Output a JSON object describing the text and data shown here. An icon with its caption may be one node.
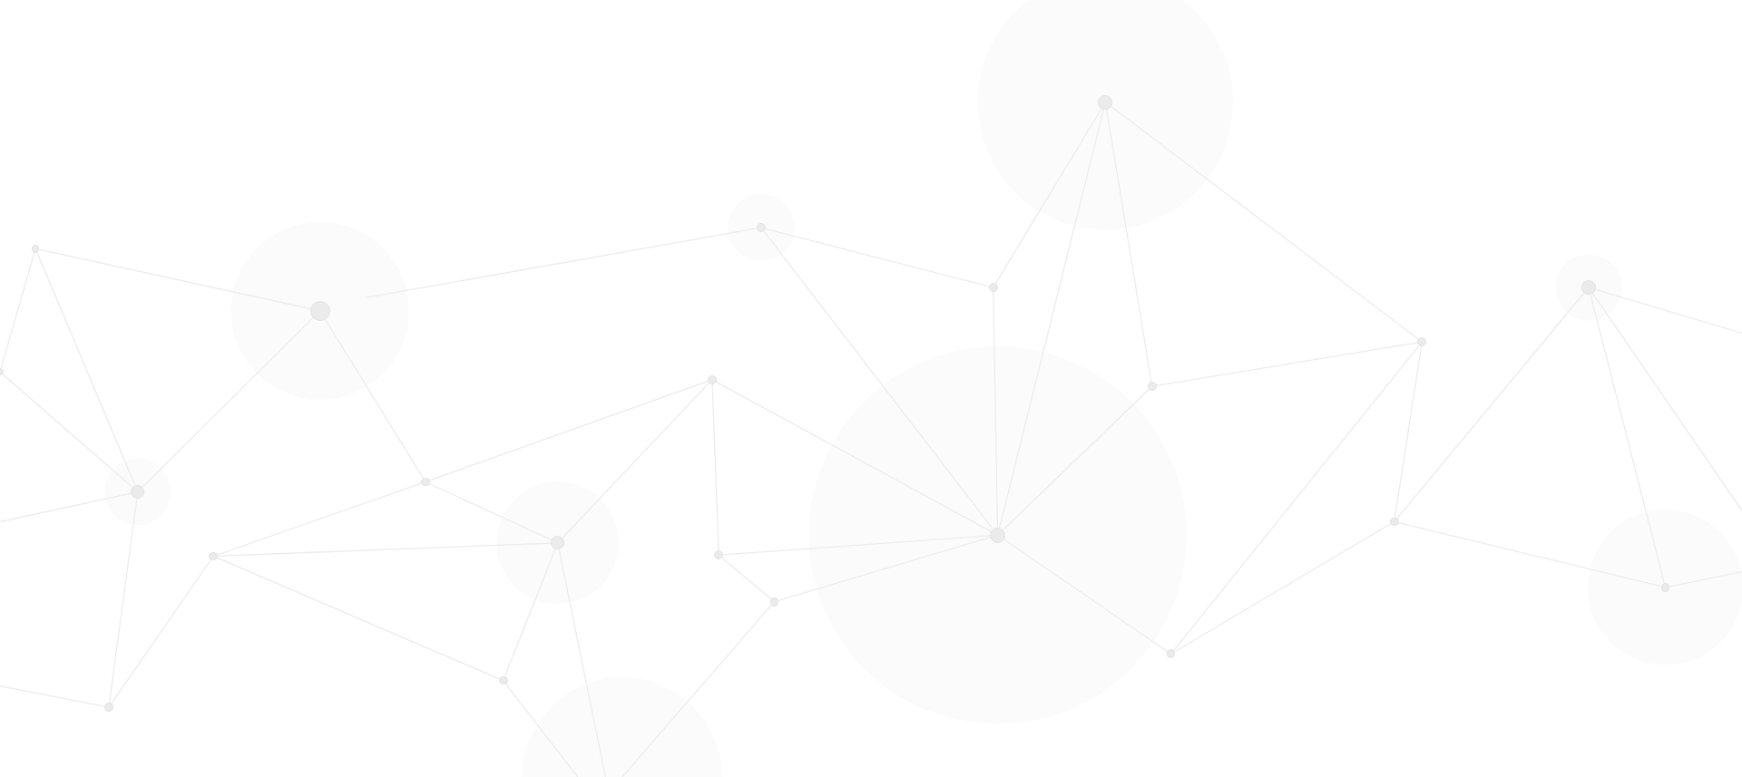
{
  "diagram": {
    "nodes": [
      {
        "text": [],
        "shape": "circle"
      },
      {
        "text": [],
        "shape": "circle"
      },
      {
        "text": [],
        "shape": "circle"
      },
      {
        "text": [],
        "shape": "circle"
      },
      {
        "text": [],
        "shape": "circle"
      },
      {
        "text": [],
        "shape": "circle"
      },
      {
        "text": [],
        "shape": "circle"
      },
      {
        "text": [],
        "shape": "circle"
      },
      {
        "text": [],
        "shape": "circle"
      },
      {
        "text": [],
        "shape": "circle"
      },
      {
        "text": [],
        "shape": "circle"
      },
      {
        "text": [],
        "shape": "circle"
      },
      {
        "text": [],
        "shape": "circle"
      },
      {
        "text": [],
        "shape": "circle"
      },
      {
        "text": [],
        "shape": "circle"
      },
      {
        "text": [],
        "shape": "circle"
      },
      {
        "text": [],
        "shape": "circle"
      },
      {
        "text": [],
        "shape": "circle"
      },
      {
        "text": [],
        "shape": "circle"
      },
      {
        "text": [],
        "shape": "circle"
      },
      {
        "text": [],
        "shape": "circle"
      },
      {
        "text": [],
        "shape": "circle"
      }
    ],
    "edges": [
      {
        "from": 0,
        "to": 1,
        "arrow": "none"
      },
      {
        "from": 0,
        "to": 2,
        "arrow": "none"
      },
      {
        "from": 0,
        "to": 3,
        "arrow": "none"
      },
      {
        "from": 3,
        "to": 2,
        "arrow": "none"
      },
      {
        "from": 1,
        "to": 2,
        "arrow": "none"
      },
      {
        "from": 1,
        "to": 4,
        "arrow": "none"
      },
      {
        "from": 2,
        "to": 21,
        "arrow": "none"
      },
      {
        "from": 5,
        "to": 21,
        "arrow": "none"
      },
      {
        "from": 4,
        "to": 5,
        "arrow": "none"
      },
      {
        "from": 4,
        "to": 6,
        "arrow": "none"
      },
      {
        "from": 5,
        "to": 6,
        "arrow": "none"
      },
      {
        "from": 6,
        "to": 7,
        "arrow": "none"
      },
      {
        "from": 4,
        "to": 7,
        "arrow": "none"
      },
      {
        "from": 7,
        "to": 8,
        "arrow": "none"
      },
      {
        "from": 7,
        "to": 11,
        "arrow": "none"
      },
      {
        "from": 8,
        "to": 9,
        "arrow": "none"
      },
      {
        "from": 8,
        "to": 11,
        "arrow": "none"
      },
      {
        "from": 9,
        "to": 11,
        "arrow": "none"
      },
      {
        "from": 6,
        "to": 20,
        "arrow": "none"
      },
      {
        "from": 5,
        "to": 20,
        "arrow": "none"
      },
      {
        "from": 10,
        "to": 12,
        "arrow": "none"
      },
      {
        "from": 10,
        "to": 11,
        "arrow": "none"
      },
      {
        "from": 12,
        "to": 13,
        "arrow": "none"
      },
      {
        "from": 12,
        "to": 11,
        "arrow": "none"
      },
      {
        "from": 13,
        "to": 11,
        "arrow": "none"
      },
      {
        "from": 13,
        "to": 15,
        "arrow": "none"
      },
      {
        "from": 13,
        "to": 14,
        "arrow": "none"
      },
      {
        "from": 14,
        "to": 11,
        "arrow": "none"
      },
      {
        "from": 14,
        "to": 15,
        "arrow": "none"
      },
      {
        "from": 15,
        "to": 16,
        "arrow": "none"
      },
      {
        "from": 15,
        "to": 19,
        "arrow": "none"
      },
      {
        "from": 16,
        "to": 17,
        "arrow": "none"
      },
      {
        "from": 16,
        "to": 19,
        "arrow": "none"
      },
      {
        "from": 16,
        "to": 18,
        "arrow": "none"
      },
      {
        "from": 17,
        "to": 18,
        "arrow": "none"
      },
      {
        "from": 11,
        "to": 19,
        "arrow": "none"
      },
      {
        "from": 2,
        "to": null,
        "arrow": "none"
      },
      {
        "from": 21,
        "to": null,
        "arrow": "none"
      },
      {
        "from": 20,
        "to": null,
        "arrow": "none"
      },
      {
        "from": 9,
        "to": null,
        "arrow": "none"
      },
      {
        "from": 6,
        "to": null,
        "arrow": "none"
      },
      {
        "from": 17,
        "to": null,
        "arrow": "none"
      },
      {
        "from": 17,
        "to": null,
        "arrow": "none"
      },
      {
        "from": 18,
        "to": null,
        "arrow": "none"
      },
      {
        "from": 10,
        "to": null,
        "arrow": "none"
      }
    ]
  }
}
